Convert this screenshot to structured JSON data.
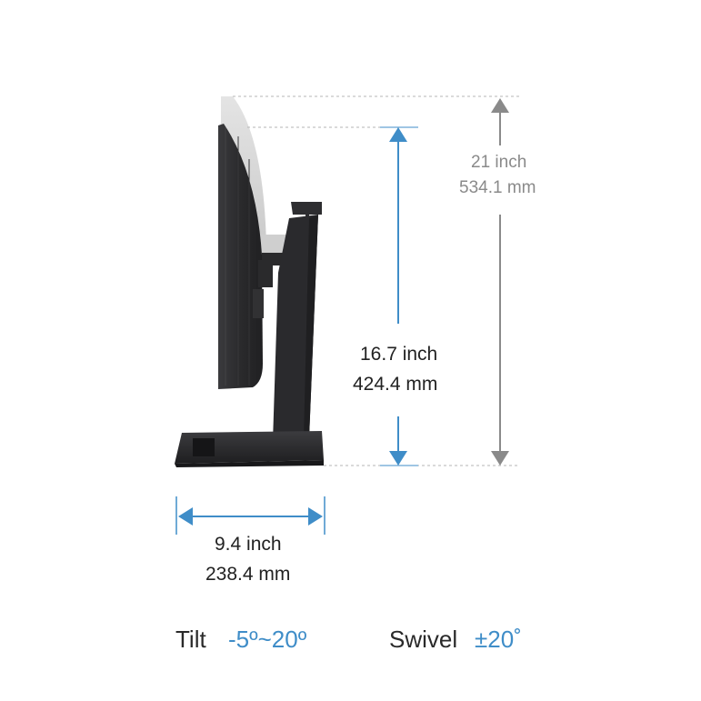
{
  "dimensions": {
    "total_height": {
      "inch": "21 inch",
      "mm": "534.1 mm"
    },
    "adjust_height": {
      "inch": "16.7 inch",
      "mm": "424.4 mm"
    },
    "base_depth": {
      "inch": "9.4 inch",
      "mm": "238.4 mm"
    }
  },
  "specs": {
    "tilt": {
      "label": "Tilt",
      "value": "-5º~20º"
    },
    "swivel": {
      "label": "Swivel",
      "value": "±20˚"
    }
  },
  "colors": {
    "accent_blue": "#3f8dc8",
    "grey_arrow": "#8a8a8a",
    "monitor_dark": "#2b2b2d",
    "monitor_ghost": "#d6d6d6"
  }
}
